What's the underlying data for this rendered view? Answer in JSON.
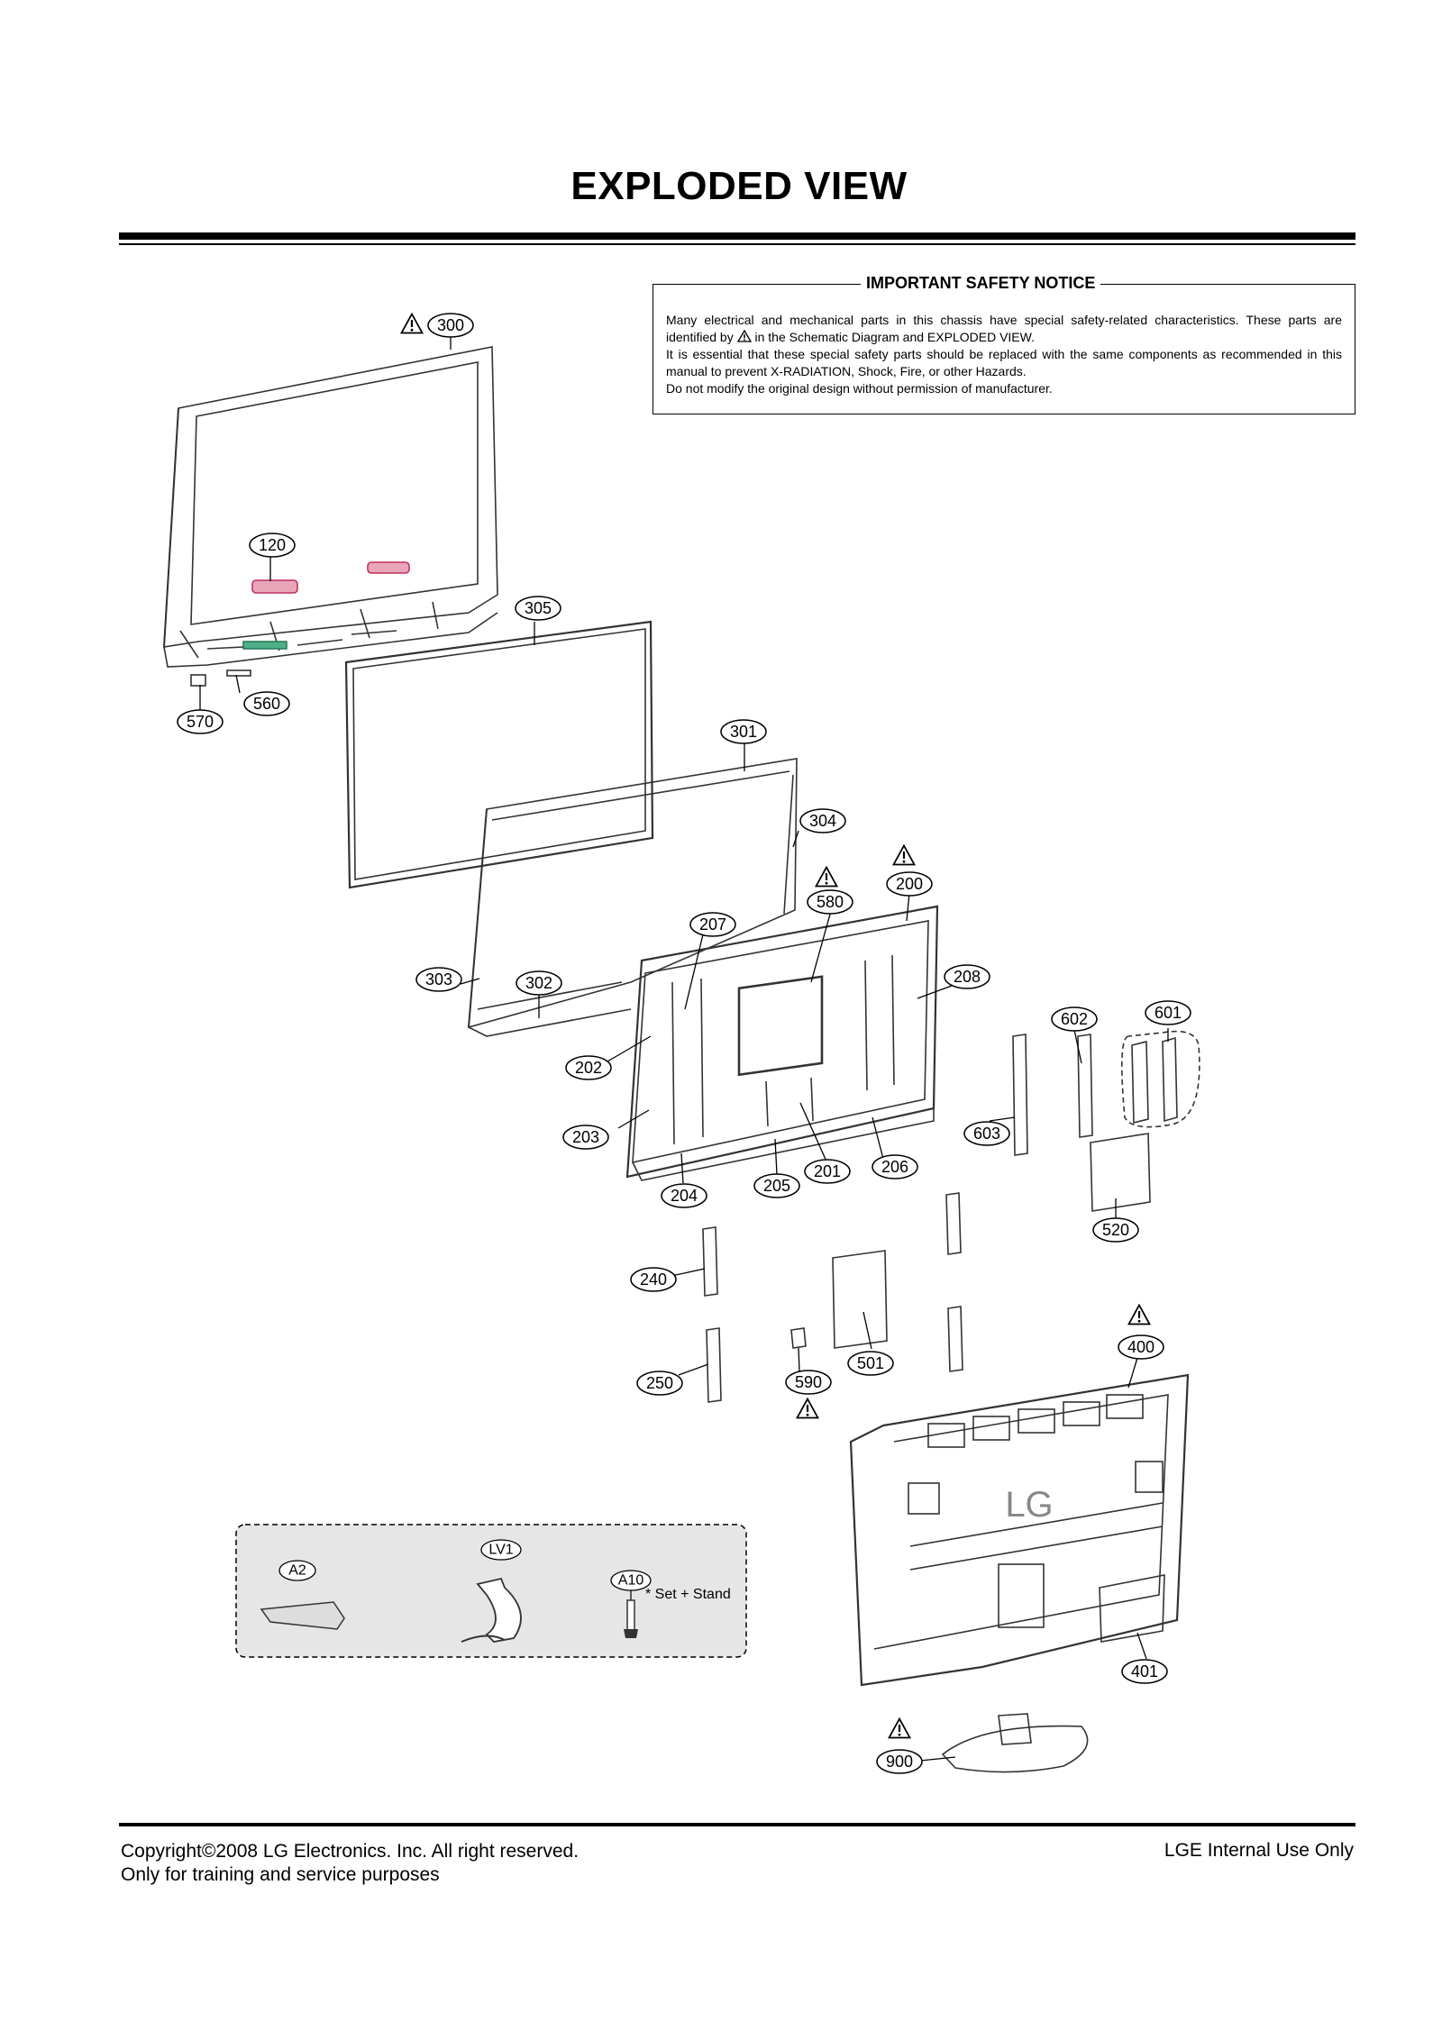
{
  "page": {
    "title": "EXPLODED VIEW"
  },
  "notice": {
    "title": "IMPORTANT SAFETY NOTICE",
    "line1": "Many electrical and mechanical parts in this chassis have special safety-related characteristics. These parts are identified by",
    "line1b": "in the Schematic Diagram and EXPLODED VIEW.",
    "line2": "It is essential that these special safety parts should be replaced with the same components as recommended in this manual to prevent X-RADIATION, Shock, Fire, or other Hazards.",
    "line3": "Do not modify the original design without permission of manufacturer."
  },
  "callouts": {
    "c300": "300",
    "c120": "120",
    "c305": "305",
    "c560": "560",
    "c570": "570",
    "c301": "301",
    "c304": "304",
    "c580": "580",
    "c200": "200",
    "c207": "207",
    "c208": "208",
    "c303": "303",
    "c302": "302",
    "c202": "202",
    "c203": "203",
    "c204": "204",
    "c205": "205",
    "c201": "201",
    "c206": "206",
    "c602": "602",
    "c601": "601",
    "c603": "603",
    "c520": "520",
    "c240": "240",
    "c250": "250",
    "c590": "590",
    "c501": "501",
    "c400": "400",
    "c401": "401",
    "c900": "900"
  },
  "accessories": {
    "a2": "A2",
    "lv1": "LV1",
    "a10": "A10",
    "a10_note": "* Set + Stand"
  },
  "rear_logo": "LG",
  "footer": {
    "copyright_line1": "Copyright©2008 LG Electronics. Inc. All right reserved.",
    "copyright_line2": "Only for training and service purposes",
    "internal": "LGE Internal Use Only"
  }
}
